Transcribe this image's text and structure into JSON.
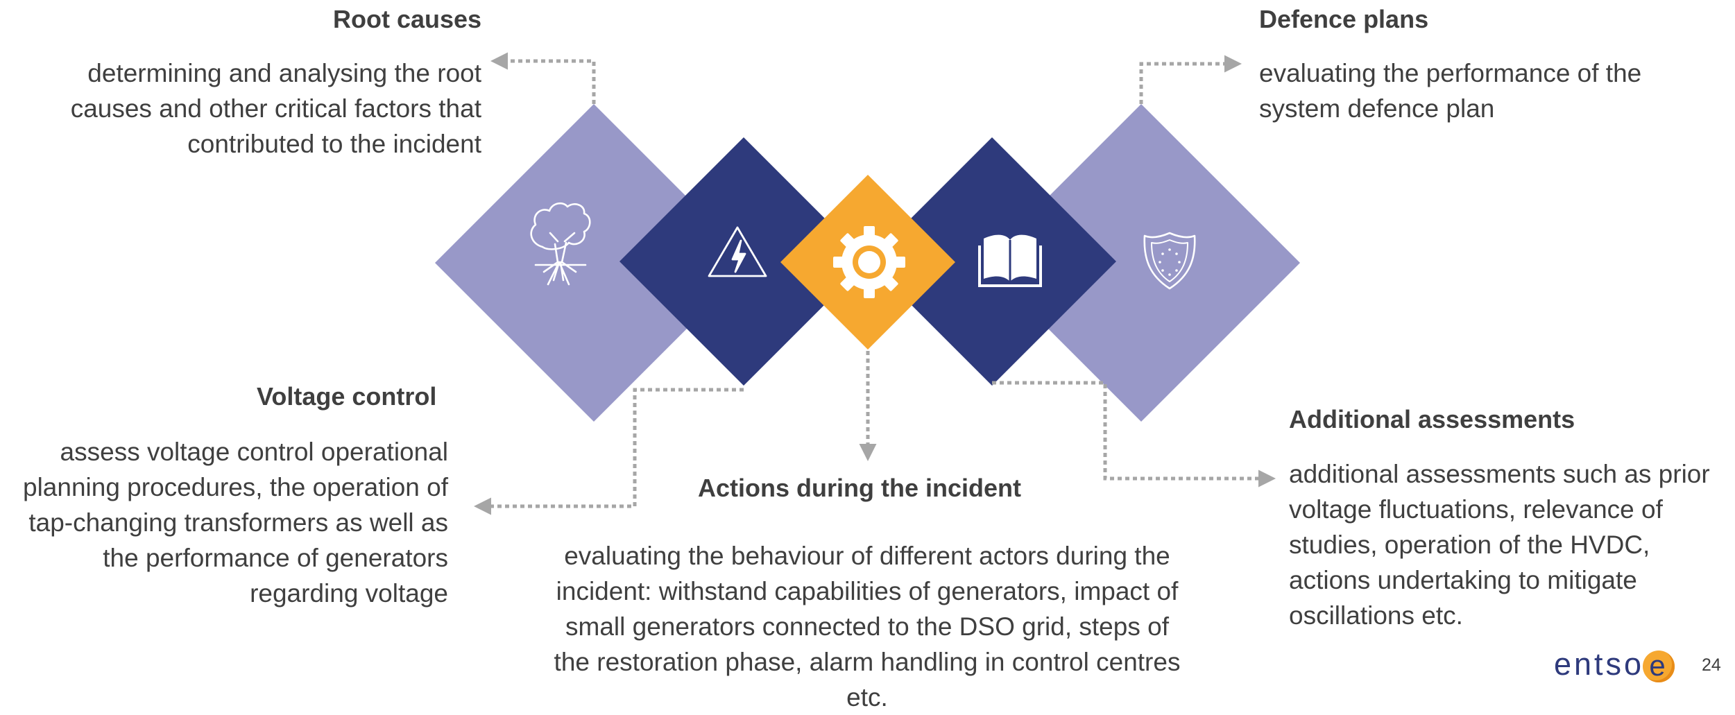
{
  "sections": {
    "root_causes": {
      "title": "Root causes",
      "body": "determining and analysing the root causes and other critical factors that contributed to the incident",
      "icon": "tree-roots-icon"
    },
    "defence_plans": {
      "title": "Defence plans",
      "body": "evaluating the performance of the system defence plan",
      "icon": "shield-icon"
    },
    "voltage_control": {
      "title": "Voltage control",
      "body": "assess voltage control operational planning procedures, the operation of tap-changing transformers as well as the performance of generators regarding voltage",
      "icon": "high-voltage-warning-icon"
    },
    "actions_during_incident": {
      "title": "Actions during the incident",
      "body": "evaluating the behaviour of different actors during the incident: withstand capabilities of generators, impact of small generators connected to the DSO grid, steps of the restoration phase, alarm handling in control centres etc.",
      "icon": "gear-icon"
    },
    "additional_assessments": {
      "title": "Additional assessments",
      "body": "additional assessments such as prior voltage fluctuations, relevance of studies, operation of the HVDC, actions undertaking to mitigate oscillations etc.",
      "icon": "open-book-icon"
    }
  },
  "colors": {
    "lavender": "#9898c8",
    "navy": "#2e3a7c",
    "orange": "#f6a830",
    "connector": "#a6a6a6",
    "text": "#3f3f3f"
  },
  "logo": {
    "text": "entso",
    "letter": "e"
  },
  "page_number": "24"
}
